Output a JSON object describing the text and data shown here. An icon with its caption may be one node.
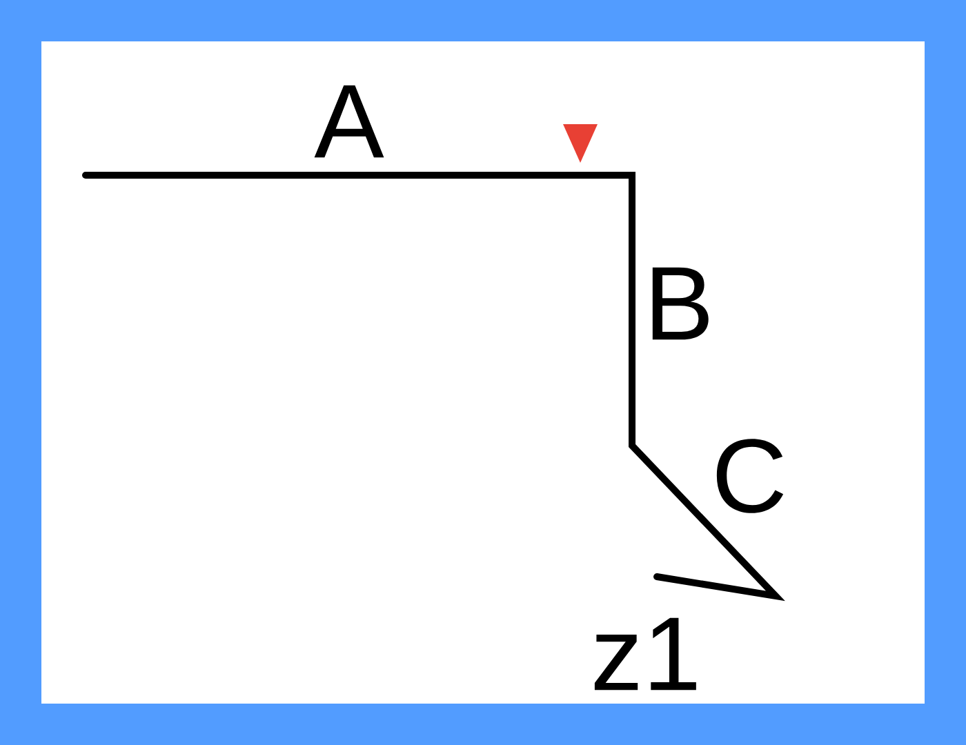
{
  "diagram": {
    "labels": [
      "A",
      "B",
      "C",
      "z1"
    ]
  }
}
